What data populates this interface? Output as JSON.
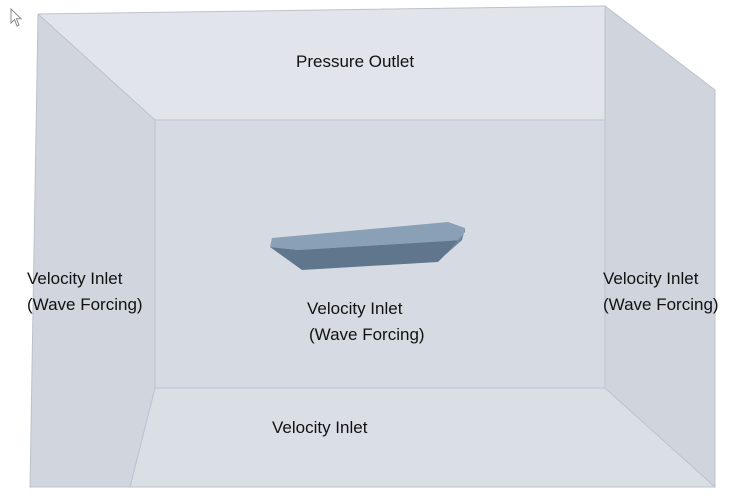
{
  "labels": {
    "top": "Pressure Outlet",
    "left": [
      "Velocity Inlet",
      "(Wave Forcing)"
    ],
    "right": [
      "Velocity Inlet",
      "(Wave Forcing)"
    ],
    "back": [
      "Velocity Inlet",
      "(Wave Forcing)"
    ],
    "bottom": "Velocity Inlet"
  },
  "colors": {
    "face_light": "#dfe3ea",
    "face_mid": "#d3d8e0",
    "face_dark": "#c9ced7",
    "edge": "#bcc2cc",
    "hull_top": "#7f95ab",
    "hull_side": "#5d7389"
  },
  "icons": [
    "cursor-icon"
  ]
}
